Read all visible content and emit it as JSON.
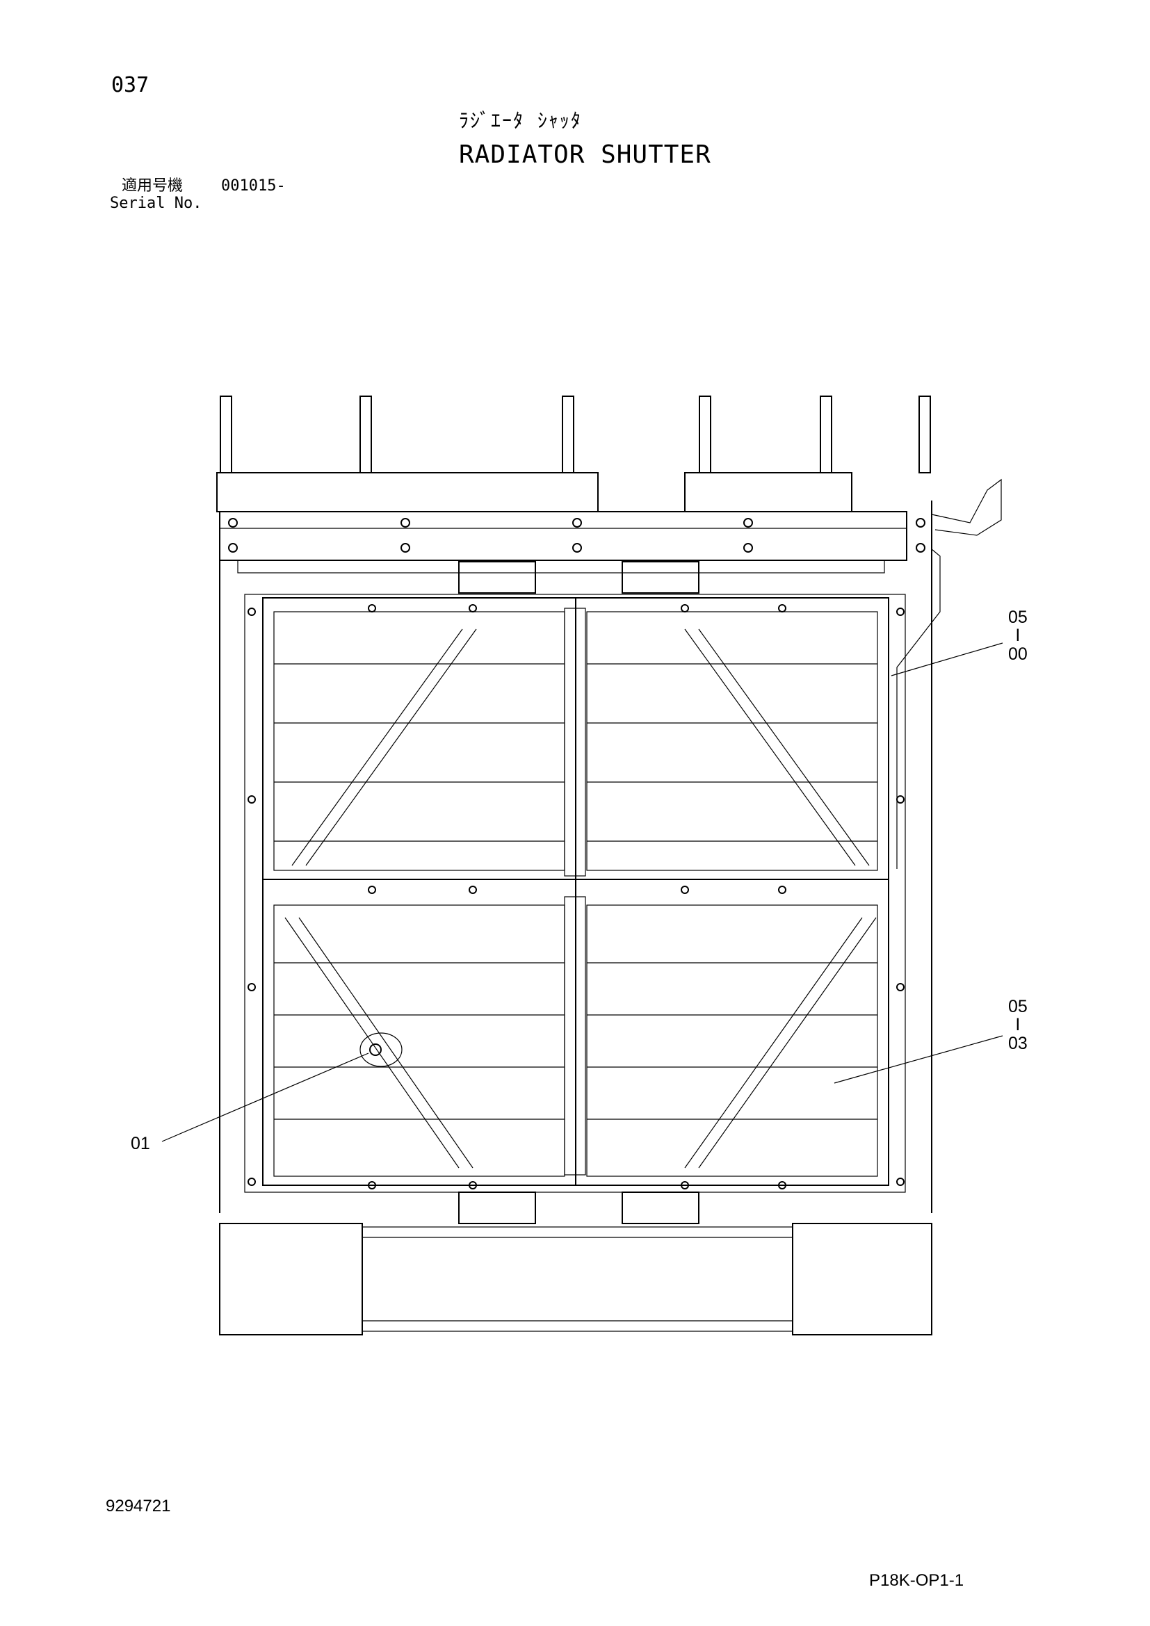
{
  "page": {
    "number": "037",
    "title_jp": "ﾗｼﾞｴｰﾀ ｼｬｯﾀ",
    "title_en": "RADIATOR SHUTTER",
    "serial_label_jp": "適用号機",
    "serial_value": "001015-",
    "serial_label_en": "Serial No.",
    "doc_number": "9294721",
    "page_code": "P18K-OP1-1"
  },
  "callouts": {
    "c0500": {
      "top": "05",
      "mid": "I",
      "bottom": "00"
    },
    "c0503": {
      "top": "05",
      "mid": "I",
      "bottom": "03"
    },
    "c01": {
      "label": "01"
    }
  }
}
